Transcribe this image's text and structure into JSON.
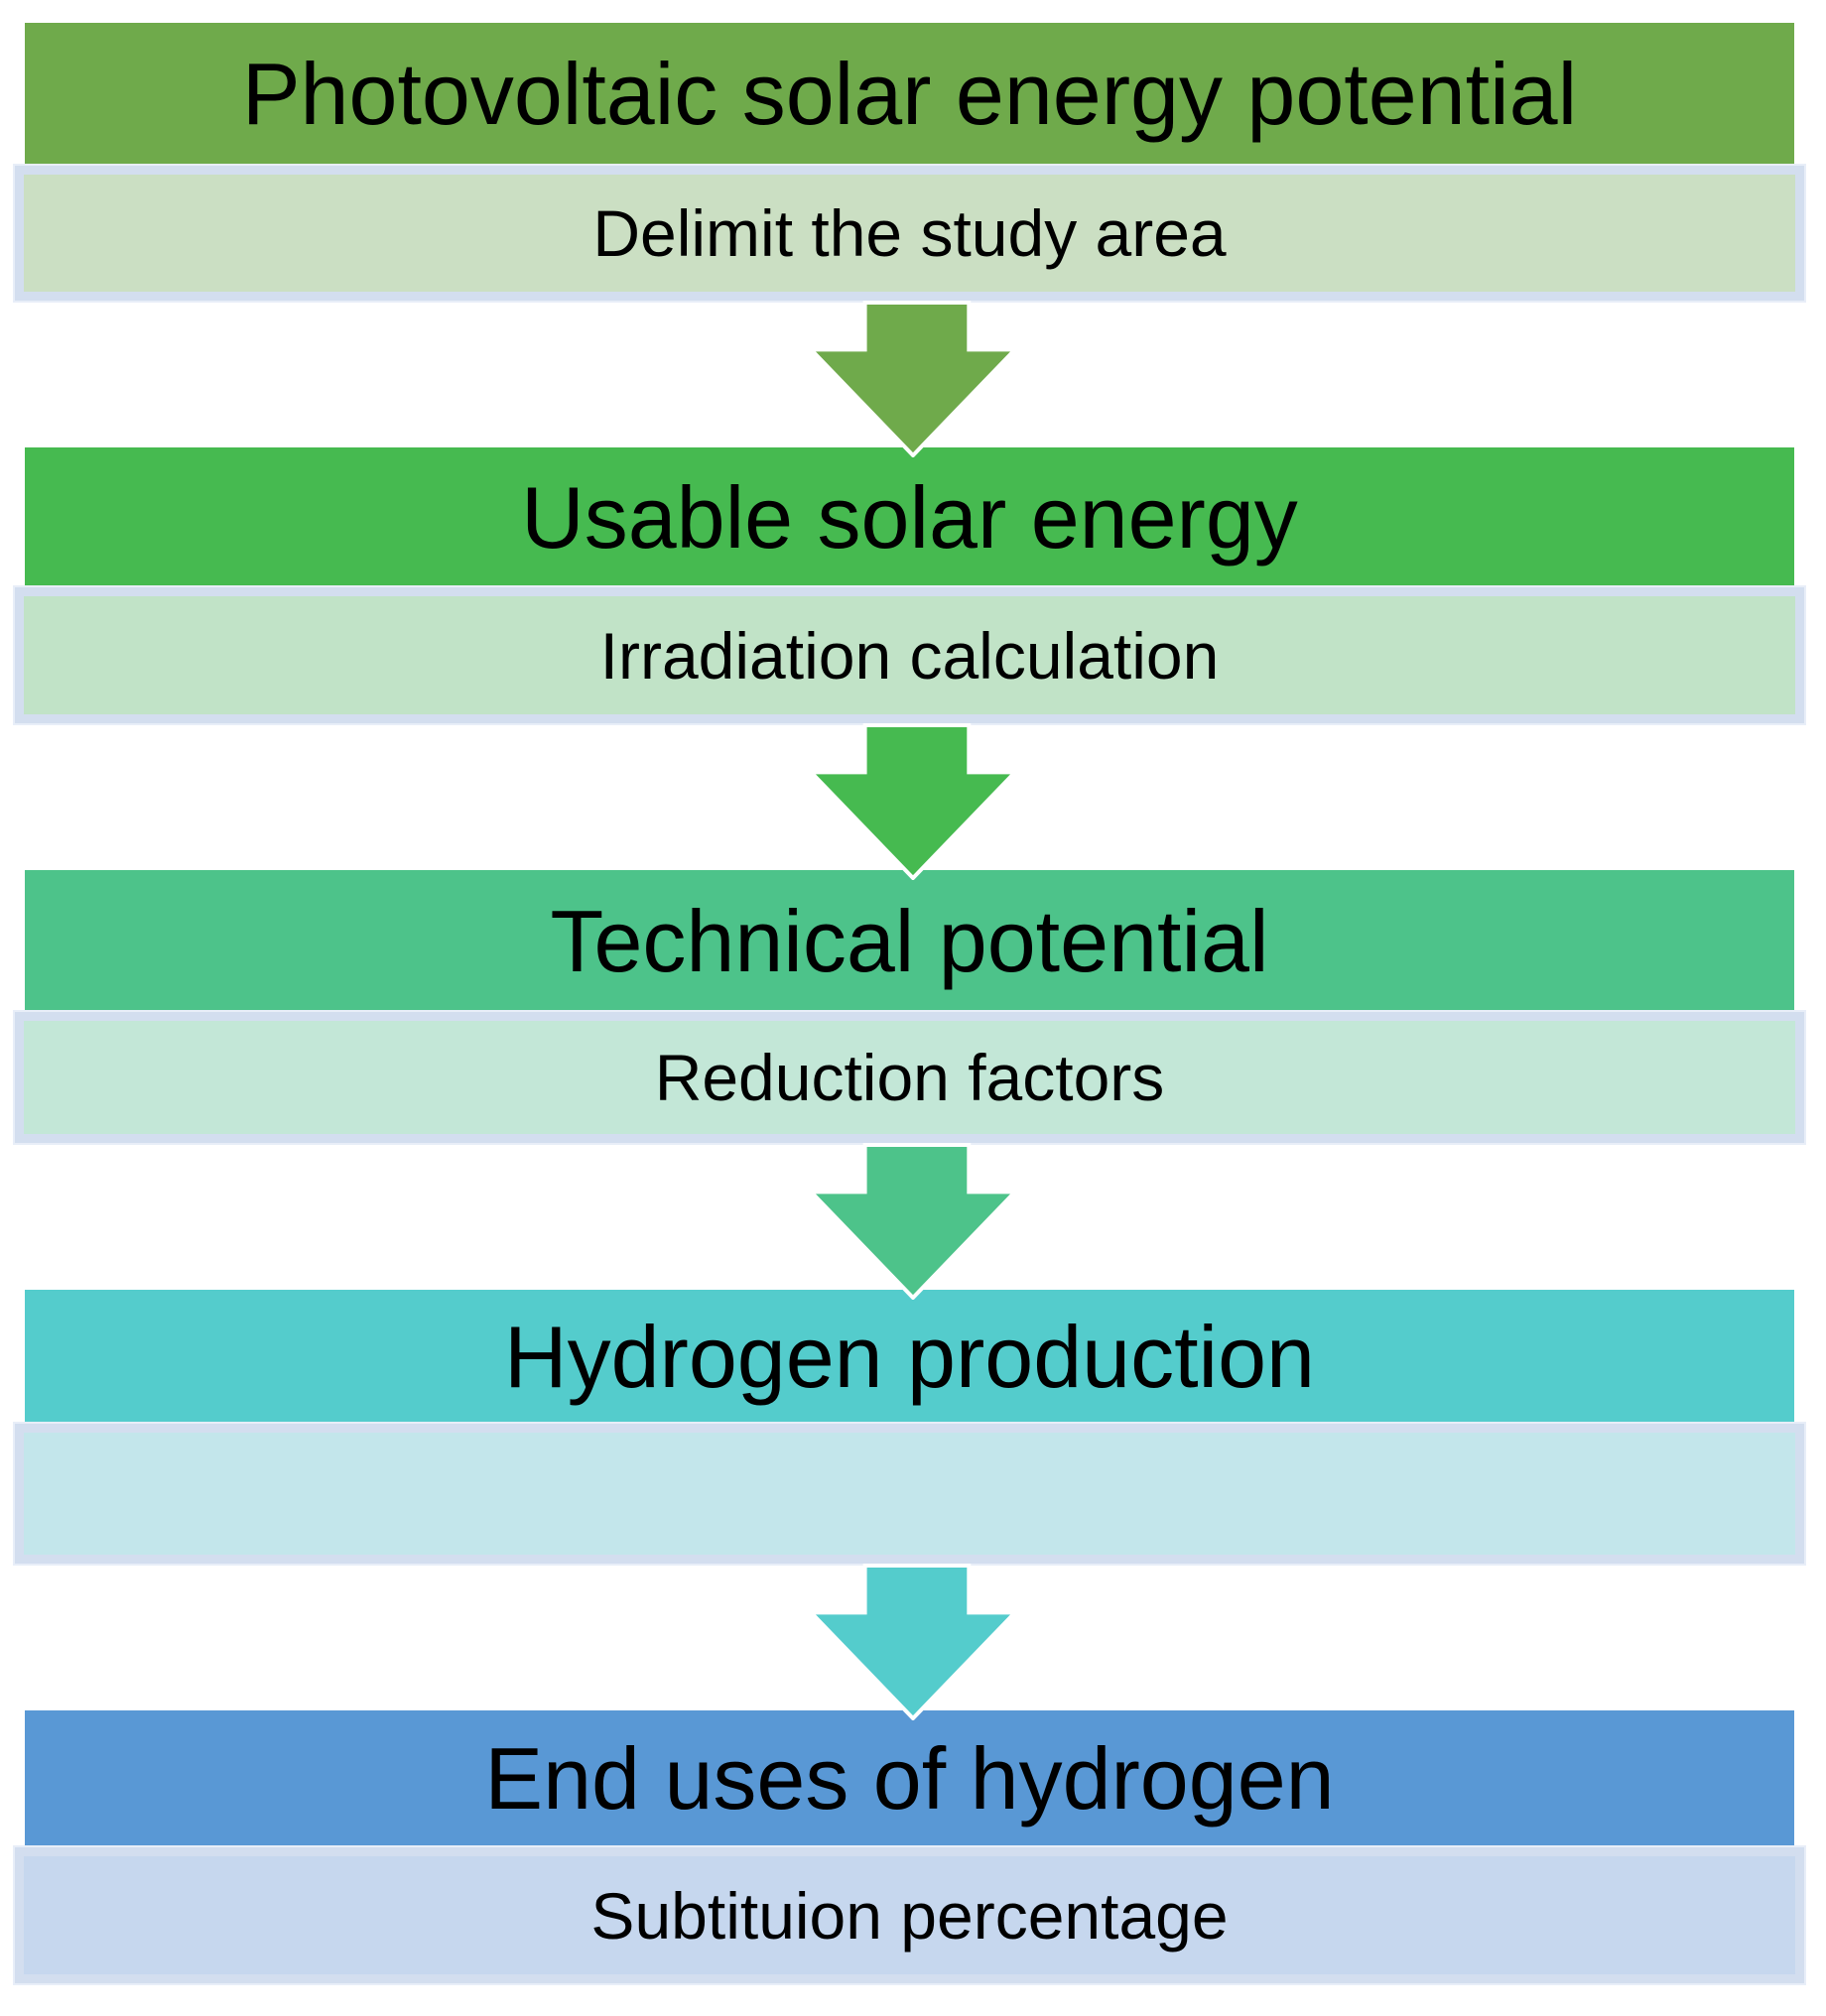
{
  "diagram": {
    "stages": [
      {
        "title": "Photovoltaic solar energy potential",
        "subtitle": "Delimit the study area",
        "colors": {
          "header": "#6FAA4B",
          "sub": "#CBDFC3"
        }
      },
      {
        "title": "Usable solar energy",
        "subtitle": "Irradiation calculation",
        "colors": {
          "header": "#46BA50",
          "sub": "#C1E3C7"
        }
      },
      {
        "title": "Technical potential",
        "subtitle": "Reduction factors",
        "colors": {
          "header": "#4DC38A",
          "sub": "#C3E7D7"
        }
      },
      {
        "title": "Hydrogen production",
        "subtitle": "",
        "colors": {
          "header": "#54CCCC",
          "sub": "#C3E6EB"
        }
      },
      {
        "title": "End uses of hydrogen",
        "subtitle": "Subtituion percentage",
        "colors": {
          "header": "#5998D5",
          "sub": "#C6D7EE"
        }
      }
    ],
    "arrows": [
      {
        "name": "down-arrow-1",
        "color": "#6FAA4B"
      },
      {
        "name": "down-arrow-2",
        "color": "#46BA50"
      },
      {
        "name": "down-arrow-3",
        "color": "#4DC38A"
      },
      {
        "name": "down-arrow-4",
        "color": "#54CCCC"
      }
    ],
    "sub_border_color": "#D3DEEF"
  }
}
